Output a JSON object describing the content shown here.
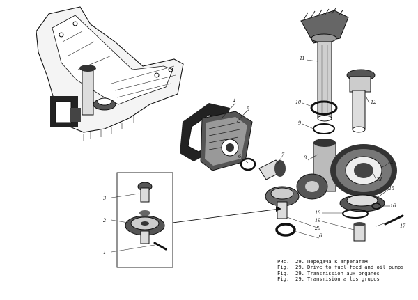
{
  "figure": {
    "part_labels": [
      {
        "id": "1",
        "text": "1"
      },
      {
        "id": "2",
        "text": "2"
      },
      {
        "id": "3",
        "text": "3"
      },
      {
        "id": "4",
        "text": "4"
      },
      {
        "id": "5",
        "text": "5"
      },
      {
        "id": "6a",
        "text": "6"
      },
      {
        "id": "6b",
        "text": "6"
      },
      {
        "id": "7",
        "text": "7"
      },
      {
        "id": "8",
        "text": "8"
      },
      {
        "id": "9",
        "text": "9"
      },
      {
        "id": "10",
        "text": "10"
      },
      {
        "id": "11",
        "text": "11"
      },
      {
        "id": "12",
        "text": "12"
      },
      {
        "id": "13",
        "text": "13"
      },
      {
        "id": "14",
        "text": "14"
      },
      {
        "id": "15",
        "text": "15"
      },
      {
        "id": "16",
        "text": "16"
      },
      {
        "id": "17",
        "text": "17"
      },
      {
        "id": "18",
        "text": "18"
      },
      {
        "id": "19",
        "text": "19"
      },
      {
        "id": "20",
        "text": "20"
      }
    ]
  },
  "caption": [
    {
      "prefix": "Рис.",
      "number": "29.",
      "text": "Передача к агрегатам"
    },
    {
      "prefix": "Fig.",
      "number": "29.",
      "text": "Drive to fuel-feed and oil pumps"
    },
    {
      "prefix": "Fig.",
      "number": "29.",
      "text": "Transmission aux organes"
    },
    {
      "prefix": "Fig.",
      "number": "29.",
      "text": "Transmisión a los grupos"
    }
  ]
}
